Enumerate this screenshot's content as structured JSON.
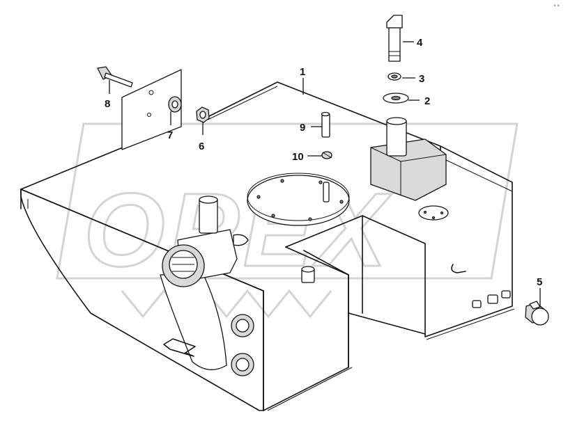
{
  "watermark": {
    "text": "OPEX"
  },
  "corner_mark": "⸗ ⸗",
  "callouts": [
    {
      "id": "callout-1",
      "label": "1"
    },
    {
      "id": "callout-2",
      "label": "2"
    },
    {
      "id": "callout-3",
      "label": "3"
    },
    {
      "id": "callout-4",
      "label": "4"
    },
    {
      "id": "callout-5",
      "label": "5"
    },
    {
      "id": "callout-6",
      "label": "6"
    },
    {
      "id": "callout-7",
      "label": "7"
    },
    {
      "id": "callout-8",
      "label": "8"
    },
    {
      "id": "callout-9",
      "label": "9"
    },
    {
      "id": "callout-10",
      "label": "10"
    }
  ]
}
